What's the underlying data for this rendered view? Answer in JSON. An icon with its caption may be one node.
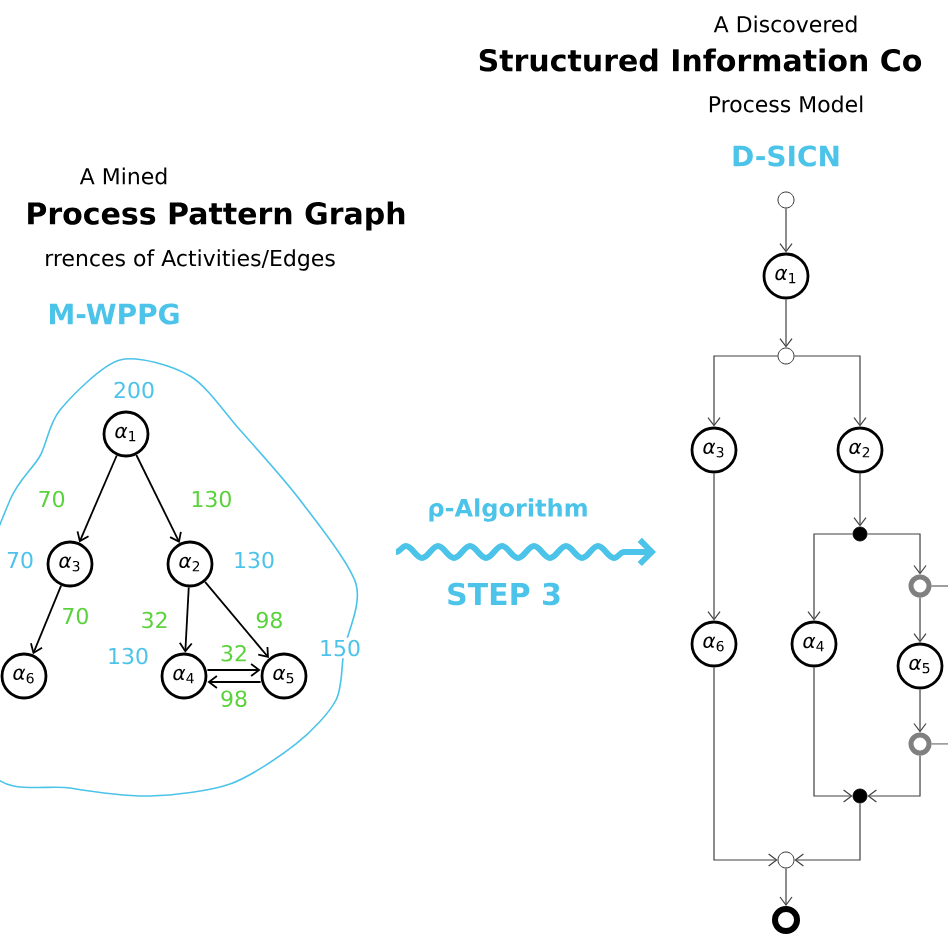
{
  "diagram": {
    "nodes": [
      {
        "text": [
          "*α*$_{1}$"
        ],
        "beside": [
          "200"
        ]
      },
      {
        "text": [
          "*α*$_{3}$"
        ],
        "beside": [
          "70"
        ]
      },
      {
        "text": [
          "*α*$_{2}$"
        ],
        "beside": [
          "130"
        ]
      },
      {
        "text": [
          "*α*$_{6}$"
        ]
      },
      {
        "text": [
          "*α*$_{4}$"
        ],
        "beside": [
          "130"
        ]
      },
      {
        "text": [
          "*α*$_{5}$"
        ],
        "beside": [
          "150"
        ]
      },
      {
        "text": [],
        "shape": "circle"
      },
      {
        "text": [
          "*α*$_{1}$"
        ]
      },
      {
        "text": [],
        "shape": "circle"
      },
      {
        "text": [
          "*α*$_{3}$"
        ]
      },
      {
        "text": [
          "*α*$_{2}$"
        ]
      },
      {
        "text": [],
        "shape": "circle"
      },
      {
        "text": [
          "*α*$_{6}$"
        ]
      },
      {
        "text": [
          "*α*$_{4}$"
        ]
      },
      {
        "text": [],
        "shape": "circle"
      },
      {
        "text": [
          "*α*$_{5}$"
        ]
      },
      {
        "text": [],
        "shape": "circle"
      },
      {
        "text": [],
        "shape": "circle"
      },
      {
        "text": [],
        "shape": "circle"
      },
      {
        "text": [],
        "shape": "circle"
      }
    ],
    "edges": [
      {
        "from": 0,
        "to": 1,
        "arrow": "to",
        "label": "70"
      },
      {
        "from": 0,
        "to": 2,
        "arrow": "to",
        "label": "130"
      },
      {
        "from": 1,
        "to": 3,
        "arrow": "to",
        "label": "70"
      },
      {
        "from": 2,
        "to": 4,
        "arrow": "to",
        "label": "32"
      },
      {
        "from": 2,
        "to": 5,
        "arrow": "to",
        "label": "98"
      },
      {
        "from": 4,
        "to": 5,
        "arrow": "to",
        "label": "32"
      },
      {
        "from": 5,
        "to": 4,
        "arrow": "to",
        "label": "98"
      },
      {
        "from": 6,
        "to": 7,
        "arrow": "to"
      },
      {
        "from": 7,
        "to": 8,
        "arrow": "to"
      },
      {
        "from": 8,
        "to": 9,
        "arrow": "to"
      },
      {
        "from": 8,
        "to": 10,
        "arrow": "to"
      },
      {
        "from": 9,
        "to": 12,
        "arrow": "to"
      },
      {
        "from": 10,
        "to": 11,
        "arrow": "to"
      },
      {
        "from": 11,
        "to": 13,
        "arrow": "to"
      },
      {
        "from": 11,
        "to": 14,
        "arrow": "to"
      },
      {
        "from": 14,
        "to": 15,
        "arrow": "to"
      },
      {
        "from": 15,
        "to": 16,
        "arrow": "to"
      },
      {
        "from": 16,
        "to": 17,
        "arrow": "to"
      },
      {
        "from": 13,
        "to": 17,
        "arrow": "to"
      },
      {
        "from": 12,
        "to": 18,
        "arrow": "to"
      },
      {
        "from": 17,
        "to": 18,
        "arrow": "to"
      },
      {
        "from": 18,
        "to": 19,
        "arrow": "to"
      },
      {
        "from": 14,
        "to": null,
        "arrow": "none"
      },
      {
        "from": 16,
        "to": null,
        "arrow": "none"
      }
    ],
    "labels": [
      "A Discovered",
      "Structured Information Co",
      "Process Model",
      "D-SICN",
      "A Mined",
      "Process Pattern Graph",
      "rrences of Activities/Edges",
      "M-WPPG",
      "ρ-Algorithm",
      "STEP 3"
    ]
  }
}
